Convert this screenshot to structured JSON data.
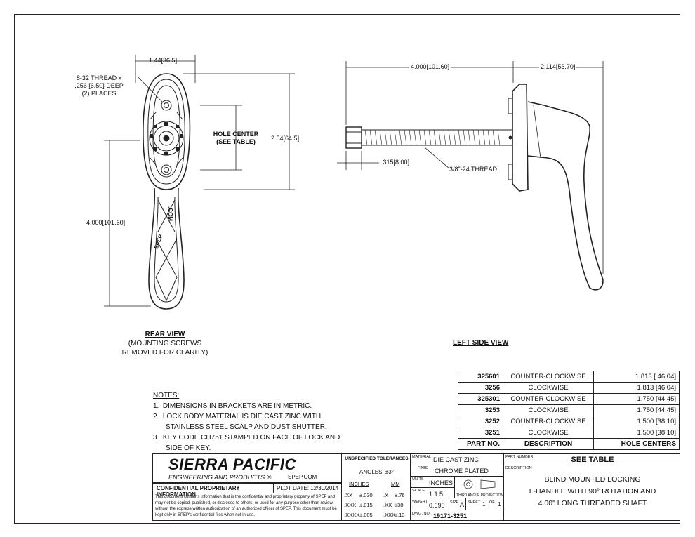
{
  "rear_view": {
    "dim_width": "1.44",
    "dim_width_mm": "36.5",
    "thread_callout": [
      "8-32 THREAD x",
      ".256 [6.50] DEEP",
      "(2) PLACES"
    ],
    "hole_center": [
      "HOLE CENTER",
      "(SEE TABLE)"
    ],
    "dim_head": "2.54",
    "dim_head_mm": "64.5",
    "dim_length": "4.000",
    "dim_length_mm": "101.60",
    "stamp_text_1": "SPEP",
    "stamp_text_2": ".COM",
    "title": "REAR VIEW",
    "subtitle": [
      "(MOUNTING SCREWS",
      "REMOVED FOR CLARITY)"
    ]
  },
  "side_view": {
    "dim_shaft": "4.000",
    "dim_shaft_mm": "101.60",
    "dim_handle": "2.114",
    "dim_handle_mm": "53.70",
    "dim_nut": ".315",
    "dim_nut_mm": "8.00",
    "thread_label": "3/8\"-24 THREAD",
    "title": "LEFT SIDE VIEW"
  },
  "notes": {
    "heading": "NOTES:",
    "items": [
      {
        "num": "1.",
        "lines": [
          "DIMENSIONS IN BRACKETS ARE IN METRIC."
        ]
      },
      {
        "num": "2.",
        "lines": [
          "LOCK BODY MATERIAL IS DIE CAST ZINC WITH",
          "STAINLESS STEEL SCALP AND DUST SHUTTER."
        ]
      },
      {
        "num": "3.",
        "lines": [
          "KEY CODE CH751 STAMPED ON FACE OF LOCK AND",
          "SIDE OF KEY."
        ]
      }
    ]
  },
  "parts_table": {
    "rows": [
      {
        "part": "325601",
        "desc": "COUNTER-CLOCKWISE",
        "hole": "1.813 [ 46.04]"
      },
      {
        "part": "3256",
        "desc": "CLOCKWISE",
        "hole": "1.813 [46.04]"
      },
      {
        "part": "325301",
        "desc": "COUNTER-CLOCKWISE",
        "hole": "1.750 [44.45]"
      },
      {
        "part": "3253",
        "desc": "CLOCKWISE",
        "hole": "1.750 [44.45]"
      },
      {
        "part": "3252",
        "desc": "COUNTER-CLOCKWISE",
        "hole": "1.500 [38.10]"
      },
      {
        "part": "3251",
        "desc": "CLOCKWISE",
        "hole": "1.500 [38.10]"
      }
    ],
    "headers": {
      "part": "PART NO.",
      "desc": "DESCRIPTION",
      "hole": "HOLE CENTERS"
    }
  },
  "title_block": {
    "company": "SIERRA PACIFIC",
    "company_sub": "ENGINEERING AND PRODUCTS",
    "registered": "®",
    "website": "SPEP.COM",
    "confidential": "CONFIDENTIAL PROPRIETARY INFORMATION",
    "plot_date": "PLOT DATE: 12/30/2014",
    "disclaimer": "This document contains information that is the confidential and proprietary property of SPEP and may not be copied, published, or disclosed to others, or used for any purpose other than review, without the express written authorization of an authorized officer of SPEP. This document must be kept only in SPEP's confidential files when not in use.",
    "tolerances_title": "UNSPECIFIED TOLERANCES",
    "angles": "ANGLES: ±3°",
    "inches_label": "INCHES",
    "mm_label": "MM",
    "tol_rows": [
      {
        "in_key": ".XX",
        "in_val": "±.030",
        "mm_key": ".X",
        "mm_val": "±.76"
      },
      {
        "in_key": ".XXX",
        "in_val": "±.015",
        "mm_key": ".XX",
        "mm_val": "±38"
      },
      {
        "in_key": ".XXXX",
        "in_val": "±.005",
        "mm_key": ".XXX",
        "mm_val": "±.13"
      }
    ],
    "material_label": "MATERIAL",
    "material": "DIE CAST ZINC",
    "finish_label": "FINISH",
    "finish": "CHROME PLATED",
    "units_label": "UNITS",
    "units": "INCHES",
    "scale_label": "SCALE",
    "scale": "1:1.5",
    "projection": "THIRD ANGLE PROJECTION",
    "weight_label": "WEIGHT",
    "weight": "0.690",
    "size_label": "SIZE",
    "size": "A",
    "sheet_label": "SHEET",
    "sheet": "1",
    "of_label": "OF",
    "sheet_total": "1",
    "dwg_label": "DWG. NO.",
    "dwg_no": "19171-3251",
    "part_number_label": "PART NUMBER",
    "part_number": "SEE TABLE",
    "description_label": "DESCRIPTION",
    "description": [
      "BLIND MOUNTED LOCKING",
      "L-HANDLE WITH 90° ROTATION AND",
      "4.00\" LONG THREADED SHAFT"
    ]
  }
}
